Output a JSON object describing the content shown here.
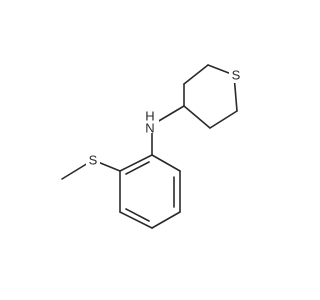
{
  "molecule": {
    "atoms": {
      "ring_sulfur": "S",
      "amine_nitrogen": "N",
      "amine_hydrogen": "H",
      "methylthio_sulfur": "S"
    }
  }
}
